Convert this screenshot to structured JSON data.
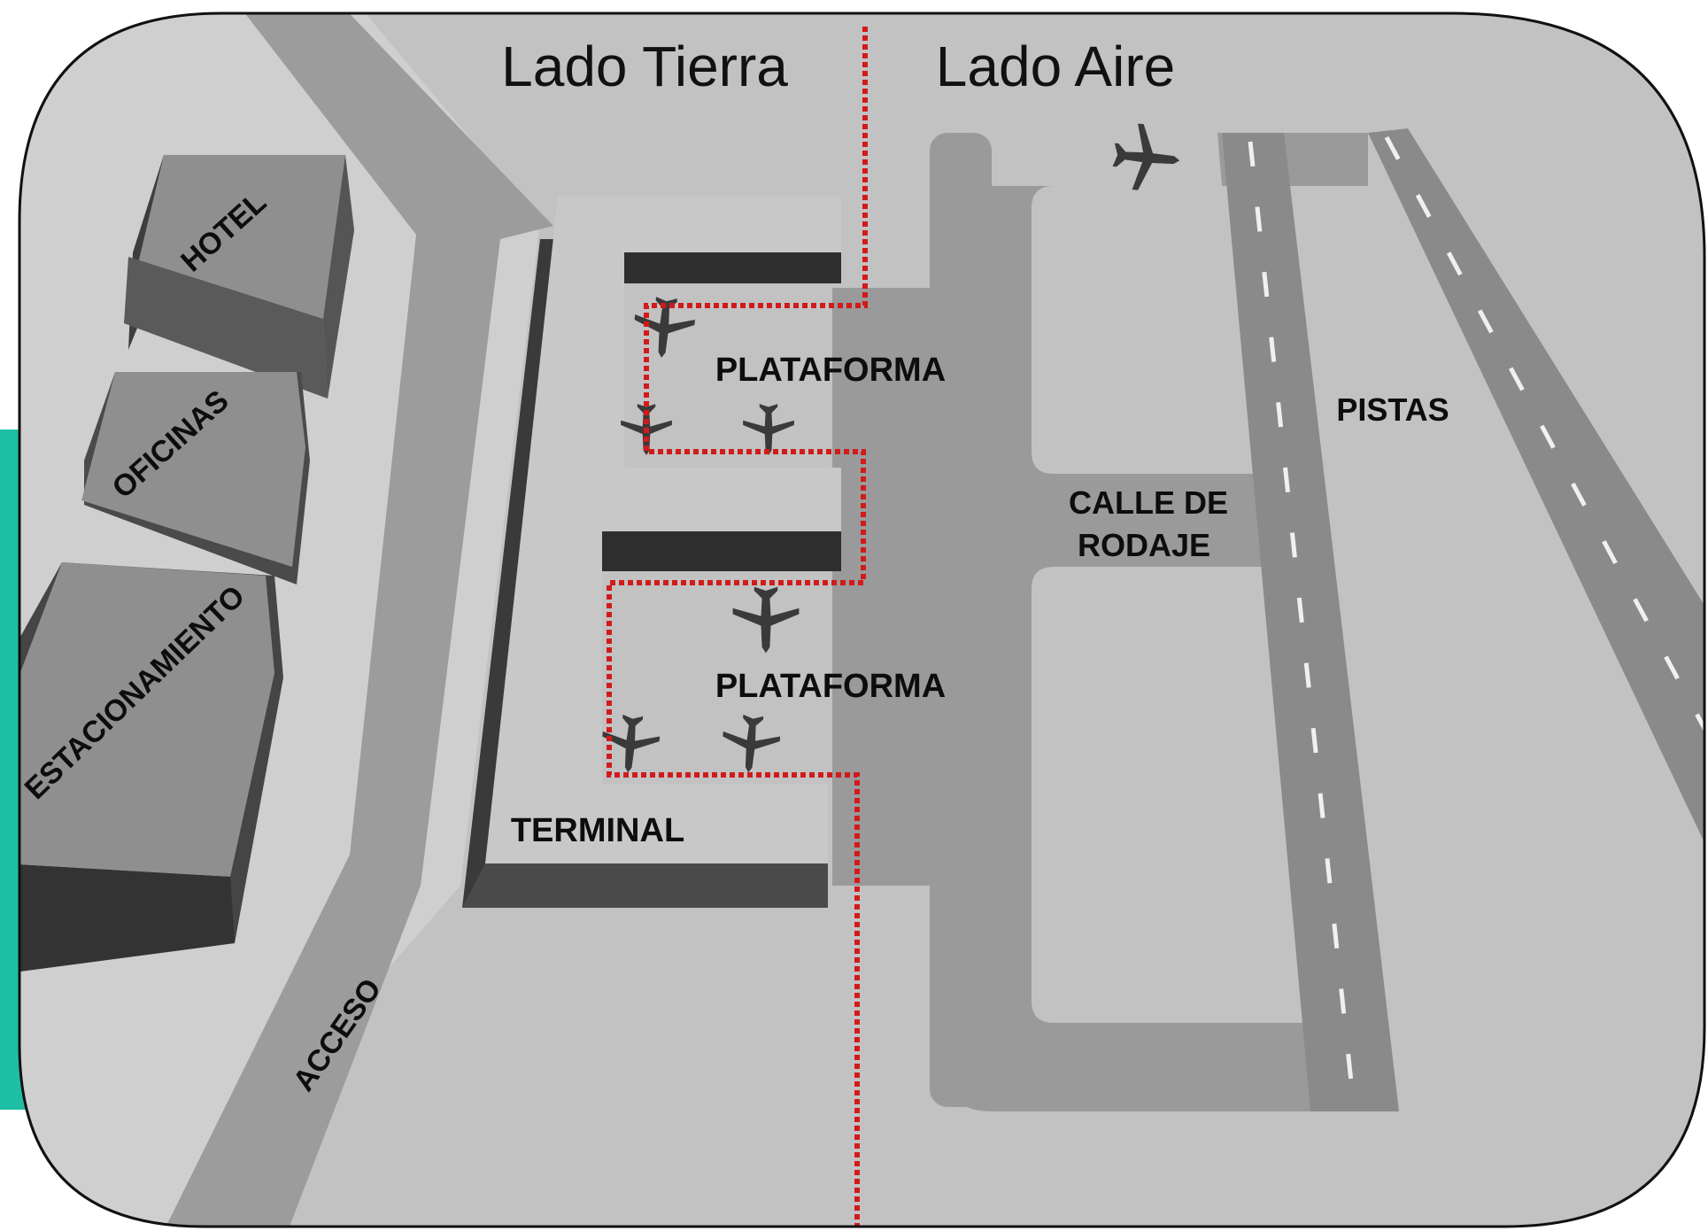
{
  "header": {
    "landside": "Lado Tierra",
    "airside": "Lado Aire"
  },
  "labels": {
    "hotel": "HOTEL",
    "oficinas": "OFICINAS",
    "estacionamiento": "ESTACIONAMIENTO",
    "acceso": "ACCESO",
    "terminal": "TERMINAL",
    "plataforma_1": "PLATAFORMA",
    "plataforma_2": "PLATAFORMA",
    "calle_line1": "CALLE DE",
    "calle_line2": "RODAJE",
    "pistas": "PISTAS"
  },
  "colors": {
    "accent_bar": "#1fbfa5",
    "boundary_line": "#d21a1a",
    "pavement": "#9a9a9a",
    "ground": "#c2c2c2",
    "building_top": "#8f8f8f",
    "building_side": "#4a4a4a",
    "terminal_top": "#c8c8c8",
    "outline": "#111111"
  },
  "icons": [
    "airplane-icon"
  ]
}
